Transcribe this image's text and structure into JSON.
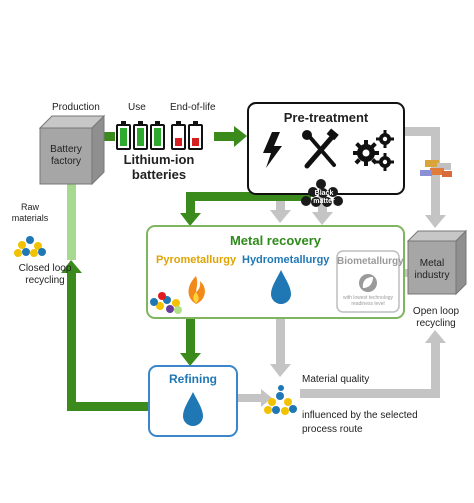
{
  "stages": {
    "production": "Production",
    "use": "Use",
    "end_of_life": "End-of-life"
  },
  "battery_factory": {
    "line1": "Battery",
    "line2": "factory"
  },
  "lithium_ion": {
    "line1": "Lithium-ion",
    "line2": "batteries"
  },
  "pretreatment": {
    "title": "Pre-treatment",
    "icons": [
      "lightning-icon",
      "tools-icon",
      "gears-icon"
    ]
  },
  "black_matter": {
    "line1": "Black",
    "line2": "matter"
  },
  "metal_recovery": {
    "title": "Metal recovery",
    "pyro": "Pyrometallurgy",
    "hydro": "Hydrometallurgy",
    "bio": "Biometallurgy",
    "bio_note_1": "with lowest technology",
    "bio_note_2": "readiness level"
  },
  "metal_industry": {
    "line1": "Metal",
    "line2": "industry"
  },
  "raw_materials": {
    "line1": "Raw",
    "line2": "materials"
  },
  "closed_loop": {
    "line1": "Closed loop",
    "line2": "recycling"
  },
  "open_loop": {
    "line1": "Open loop",
    "line2": "recycling"
  },
  "refining": {
    "title": "Refining"
  },
  "material_quality": {
    "line1": "Material quality",
    "line2": "influenced by the selected",
    "line3": "process route"
  },
  "colors": {
    "green_arrow": "#3a8a1c",
    "light_green": "#9fd48a",
    "gray_arrow": "#bfbfbf",
    "metal_recovery_title": "#2f8a1c",
    "pyro": "#e0a400",
    "hydro": "#1f78b4",
    "bio": "#9a9a9a",
    "refining": "#1f78b4"
  }
}
